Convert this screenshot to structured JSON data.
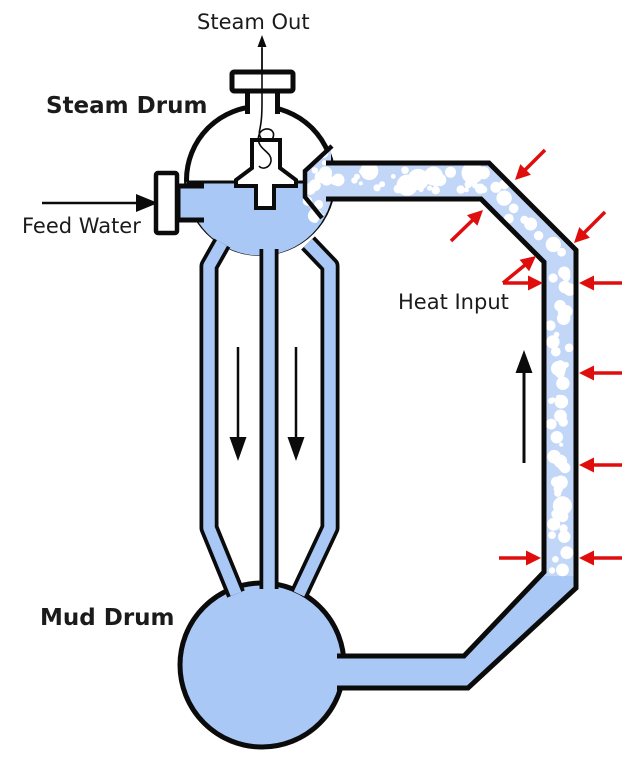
{
  "diagram": {
    "title": "Natural circulation boiler diagram",
    "labels": {
      "steam_out": "Steam Out",
      "steam_drum": "Steam Drum",
      "feed_water": "Feed Water",
      "heat_input": "Heat Input",
      "mud_drum": "Mud Drum"
    },
    "flow_indicators": {
      "steam_out_arrow": "up",
      "feed_water_arrow": "right",
      "downcomer_arrows": [
        "down",
        "down"
      ],
      "riser_arrow": "up",
      "heat_input_arrow_count": 10
    },
    "colors": {
      "water_blue": "#a9c8f5",
      "mixture_blue": "#c2d6f8",
      "bubble_white": "#ffffff",
      "outline_black": "#0b0b0b",
      "heat_arrow_red": "#e00d0d",
      "label_text": "#1b1b1b",
      "background": "#ffffff"
    }
  }
}
